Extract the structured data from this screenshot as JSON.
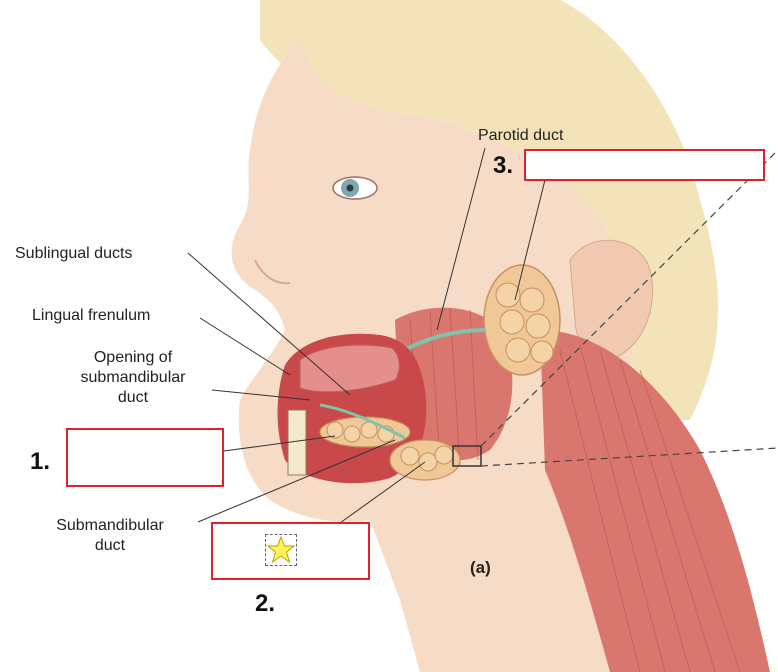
{
  "labels": {
    "parotid_duct": "Parotid duct",
    "sublingual_ducts": "Sublingual ducts",
    "lingual_frenulum": "Lingual frenulum",
    "opening_line1": "Opening of",
    "opening_line2": "submandibular",
    "opening_line3": "duct",
    "submandibular_line1": "Submandibular",
    "submandibular_line2": "duct",
    "figure_label": "(a)"
  },
  "answer_slots": [
    {
      "number": "1.",
      "value": ""
    },
    {
      "number": "2.",
      "value": ""
    },
    {
      "number": "3.",
      "value": ""
    }
  ],
  "colors": {
    "slot_border": "#e0202a",
    "muscle": "#d9776e",
    "gland": "#f0c898",
    "skin": "#f6dcc7",
    "hair": "#f3e3b8"
  },
  "icons": {
    "slot2_marker": "star-icon"
  }
}
